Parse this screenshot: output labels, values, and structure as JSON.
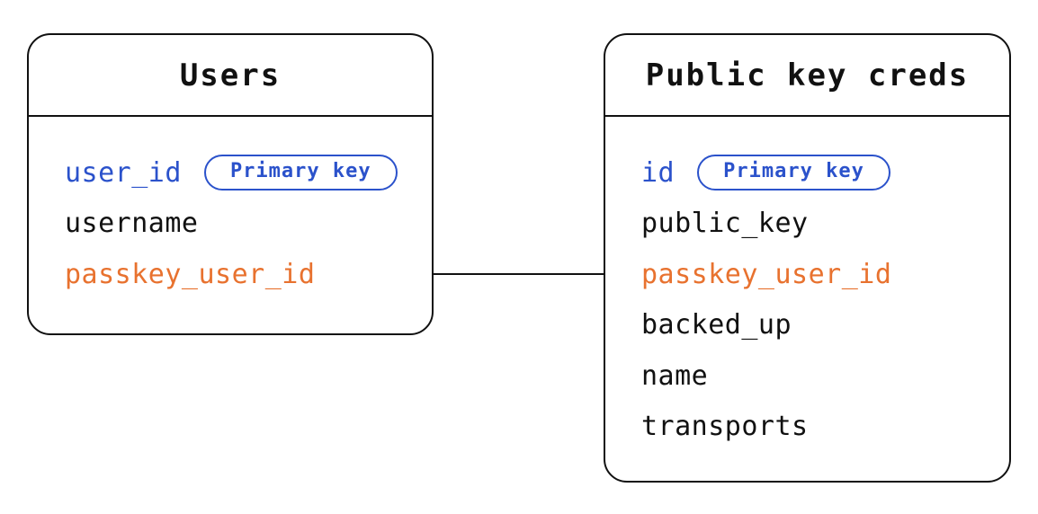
{
  "colors": {
    "blue": "#2b52cb",
    "orange": "#e8722f",
    "line": "#111111",
    "ink": "#111111",
    "background": "#ffffff"
  },
  "tables": [
    {
      "title": "Users",
      "fields": [
        {
          "name": "user_id",
          "badge": "Primary key"
        },
        {
          "name": "username"
        },
        {
          "name": "passkey_user_id"
        }
      ]
    },
    {
      "title": "Public key creds",
      "fields": [
        {
          "name": "id",
          "badge": "Primary key"
        },
        {
          "name": "public_key"
        },
        {
          "name": "passkey_user_id"
        },
        {
          "name": "backed_up"
        },
        {
          "name": "name"
        },
        {
          "name": "transports"
        }
      ]
    }
  ],
  "relationship": {
    "from": "Users.passkey_user_id",
    "to": "Public key creds.passkey_user_id"
  }
}
